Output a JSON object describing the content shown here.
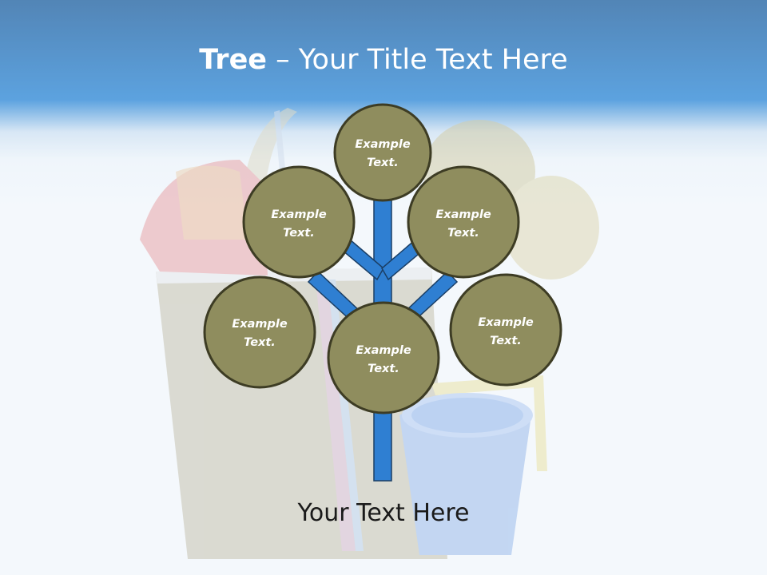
{
  "title": {
    "bold": "Tree",
    "rest": " – Your Title Text Here"
  },
  "nodes": [
    {
      "id": "top",
      "line1": "Example",
      "line2": "Text."
    },
    {
      "id": "upper-left",
      "line1": "Example",
      "line2": "Text."
    },
    {
      "id": "upper-right",
      "line1": "Example",
      "line2": "Text."
    },
    {
      "id": "lower-left",
      "line1": "Example",
      "line2": "Text."
    },
    {
      "id": "center",
      "line1": "Example",
      "line2": "Text."
    },
    {
      "id": "lower-right",
      "line1": "Example",
      "line2": "Text."
    }
  ],
  "footer": "Your Text Here",
  "colors": {
    "header": "#2a86d6",
    "node_fill": "#8f8d5e",
    "node_stroke": "#3d3c24",
    "branch": "#2f7fd2"
  },
  "background_image": "beach-basket-with-towel-hat-and-bucket"
}
